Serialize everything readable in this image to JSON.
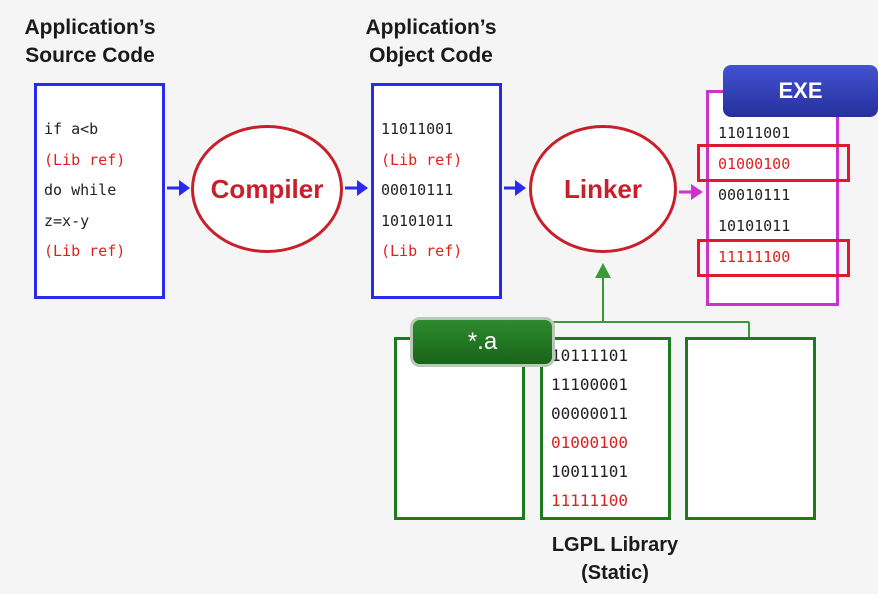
{
  "source": {
    "title_line1": "Application’s",
    "title_line2": "Source Code",
    "lines": [
      {
        "text": "if a<b",
        "red": false
      },
      {
        "text": "(Lib ref)",
        "red": true
      },
      {
        "text": "do while",
        "red": false
      },
      {
        "text": "z=x-y",
        "red": false
      },
      {
        "text": "(Lib ref)",
        "red": true
      }
    ]
  },
  "compiler": {
    "label": "Compiler"
  },
  "object": {
    "title_line1": "Application’s",
    "title_line2": "Object Code",
    "lines": [
      {
        "text": "11011001",
        "red": false
      },
      {
        "text": "(Lib ref)",
        "red": true
      },
      {
        "text": "00010111",
        "red": false
      },
      {
        "text": "10101011",
        "red": false
      },
      {
        "text": "(Lib ref)",
        "red": true
      }
    ]
  },
  "linker": {
    "label": "Linker"
  },
  "exe": {
    "label": "EXE",
    "lines": [
      {
        "text": "11011001",
        "red": false,
        "highlight": false
      },
      {
        "text": "01000100",
        "red": true,
        "highlight": true
      },
      {
        "text": "00010111",
        "red": false,
        "highlight": false
      },
      {
        "text": "10101011",
        "red": false,
        "highlight": false
      },
      {
        "text": "11111100",
        "red": true,
        "highlight": true
      }
    ]
  },
  "library": {
    "archive_label": "*.a",
    "caption_line1": "LGPL Library",
    "caption_line2": "(Static)",
    "lines": [
      {
        "text": "10111101",
        "red": false
      },
      {
        "text": "11100001",
        "red": false
      },
      {
        "text": "00000011",
        "red": false
      },
      {
        "text": "01000100",
        "red": true
      },
      {
        "text": "10011101",
        "red": false
      },
      {
        "text": "11111100",
        "red": true
      }
    ]
  },
  "colors": {
    "blue": "#2a2aee",
    "red": "#c8202a",
    "magenta": "#cc33cc",
    "navy": "#2a36b8",
    "green": "#1e7a1e"
  }
}
